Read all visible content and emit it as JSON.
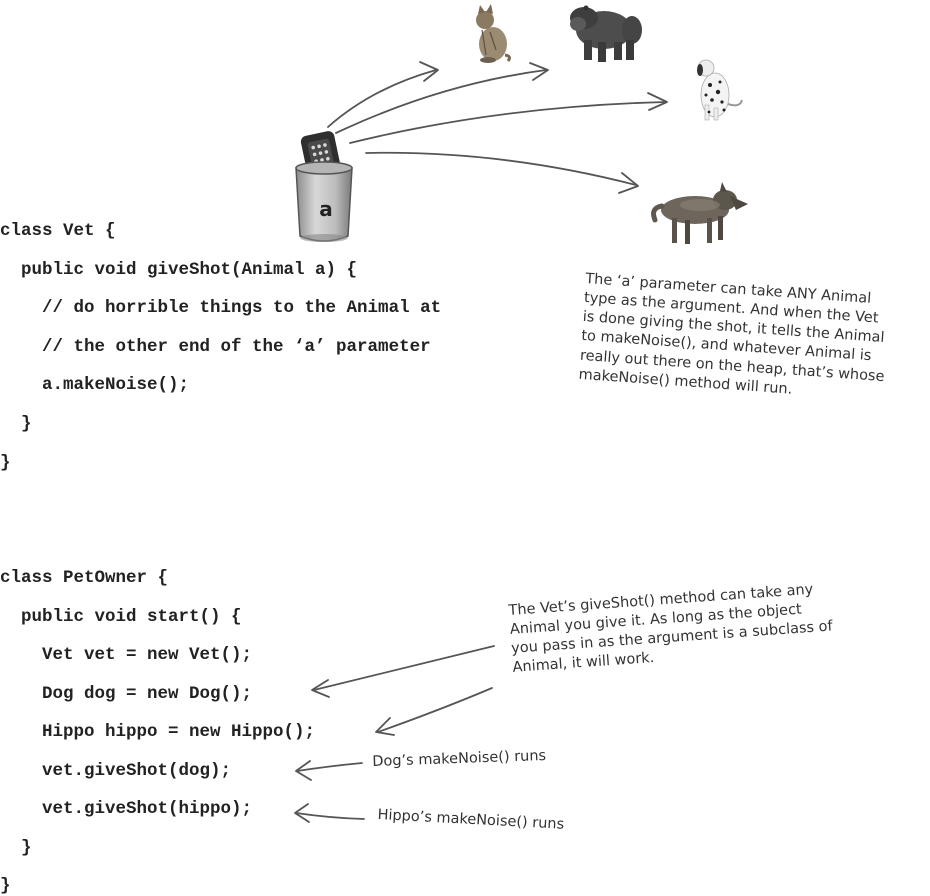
{
  "vet_class": {
    "lines": [
      "class Vet {",
      "  public void giveShot(Animal a) {",
      "    // do horrible things to the Animal at",
      "    // the other end of the ‘a’ parameter",
      "    a.makeNoise();",
      "  }",
      "}"
    ]
  },
  "petowner_class": {
    "lines": [
      "class PetOwner {",
      "  public void start() {",
      "    Vet vet = new Vet();",
      "    Dog dog = new Dog();",
      "    Hippo hippo = new Hippo();",
      "    vet.giveShot(dog);",
      "    vet.giveShot(hippo);",
      "  }",
      "}"
    ]
  },
  "remote_label": "a",
  "notes": {
    "param_note": [
      "The ‘a’ parameter can take ANY Animal",
      "type as the argument. And when the Vet",
      "is done giving the shot, it tells the Animal",
      "to makeNoise(), and whatever Animal is",
      "really out there on the heap, that’s whose",
      "makeNoise() method will run."
    ],
    "giveshot_note": [
      "The Vet’s giveShot() method can take any",
      "Animal you give it. As long as the object",
      "you pass in as the argument is a subclass of",
      "Animal, it will work."
    ],
    "dog_note": "Dog’s makeNoise() runs",
    "hippo_note": "Hippo’s makeNoise() runs"
  }
}
